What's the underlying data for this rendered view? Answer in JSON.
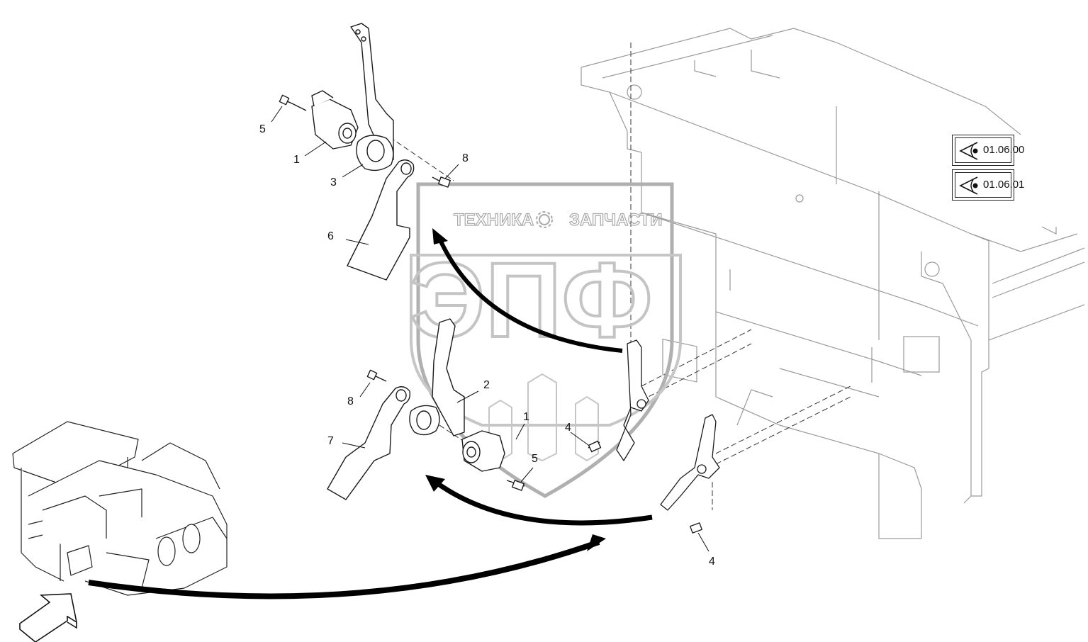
{
  "callouts": [
    {
      "id": "c1a",
      "label": "1"
    },
    {
      "id": "c1b",
      "label": "1"
    },
    {
      "id": "c2",
      "label": "2"
    },
    {
      "id": "c3",
      "label": "3"
    },
    {
      "id": "c4a",
      "label": "4"
    },
    {
      "id": "c4b",
      "label": "4"
    },
    {
      "id": "c5a",
      "label": "5"
    },
    {
      "id": "c5b",
      "label": "5"
    },
    {
      "id": "c6",
      "label": "6"
    },
    {
      "id": "c7",
      "label": "7"
    },
    {
      "id": "c8a",
      "label": "8"
    },
    {
      "id": "c8b",
      "label": "8"
    }
  ],
  "view_refs": [
    {
      "code": "01.06.00",
      "icon": "eye-icon"
    },
    {
      "code": "01.06.01",
      "icon": "eye-icon"
    }
  ],
  "watermark": {
    "top_left": "ТЕХНИКА",
    "top_right": "ЗАПЧАСТИ",
    "main": "ЭПФ",
    "icon": "gear-icon"
  },
  "colors": {
    "line": "#1a1a1a",
    "arrow": "#000000",
    "watermark": "#c8c8c8",
    "frame": "#9a9a9a"
  }
}
